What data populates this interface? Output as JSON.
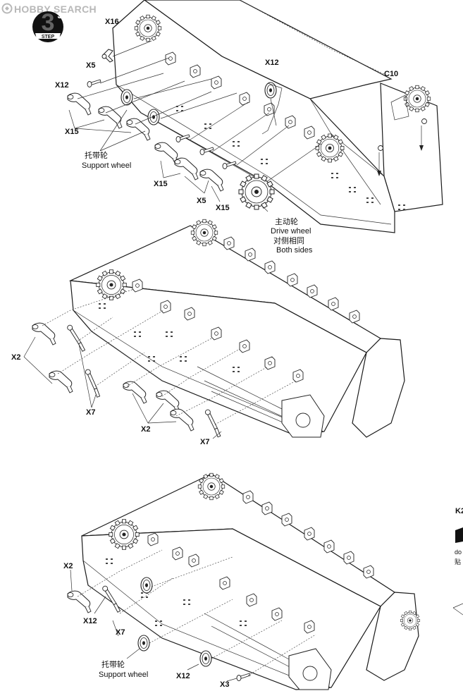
{
  "watermark": "HOBBY SEARCH",
  "step": {
    "word": "STEP",
    "number": "3"
  },
  "parts": {
    "x16": "X16",
    "x5": "X5",
    "x12": "X12",
    "x15": "X15",
    "c10": "C10",
    "x2": "X2",
    "x7": "X7",
    "x3": "X3",
    "k2": "K2"
  },
  "notes": {
    "support_wheel_cn": "托带轮",
    "support_wheel_en": "Support wheel",
    "drive_wheel_cn": "主动轮",
    "drive_wheel_en": "Drive wheel",
    "both_sides_cn": "对侧相同",
    "both_sides_en": "Both sides"
  },
  "edge_fragments": {
    "do": "do",
    "tie": "贴"
  }
}
